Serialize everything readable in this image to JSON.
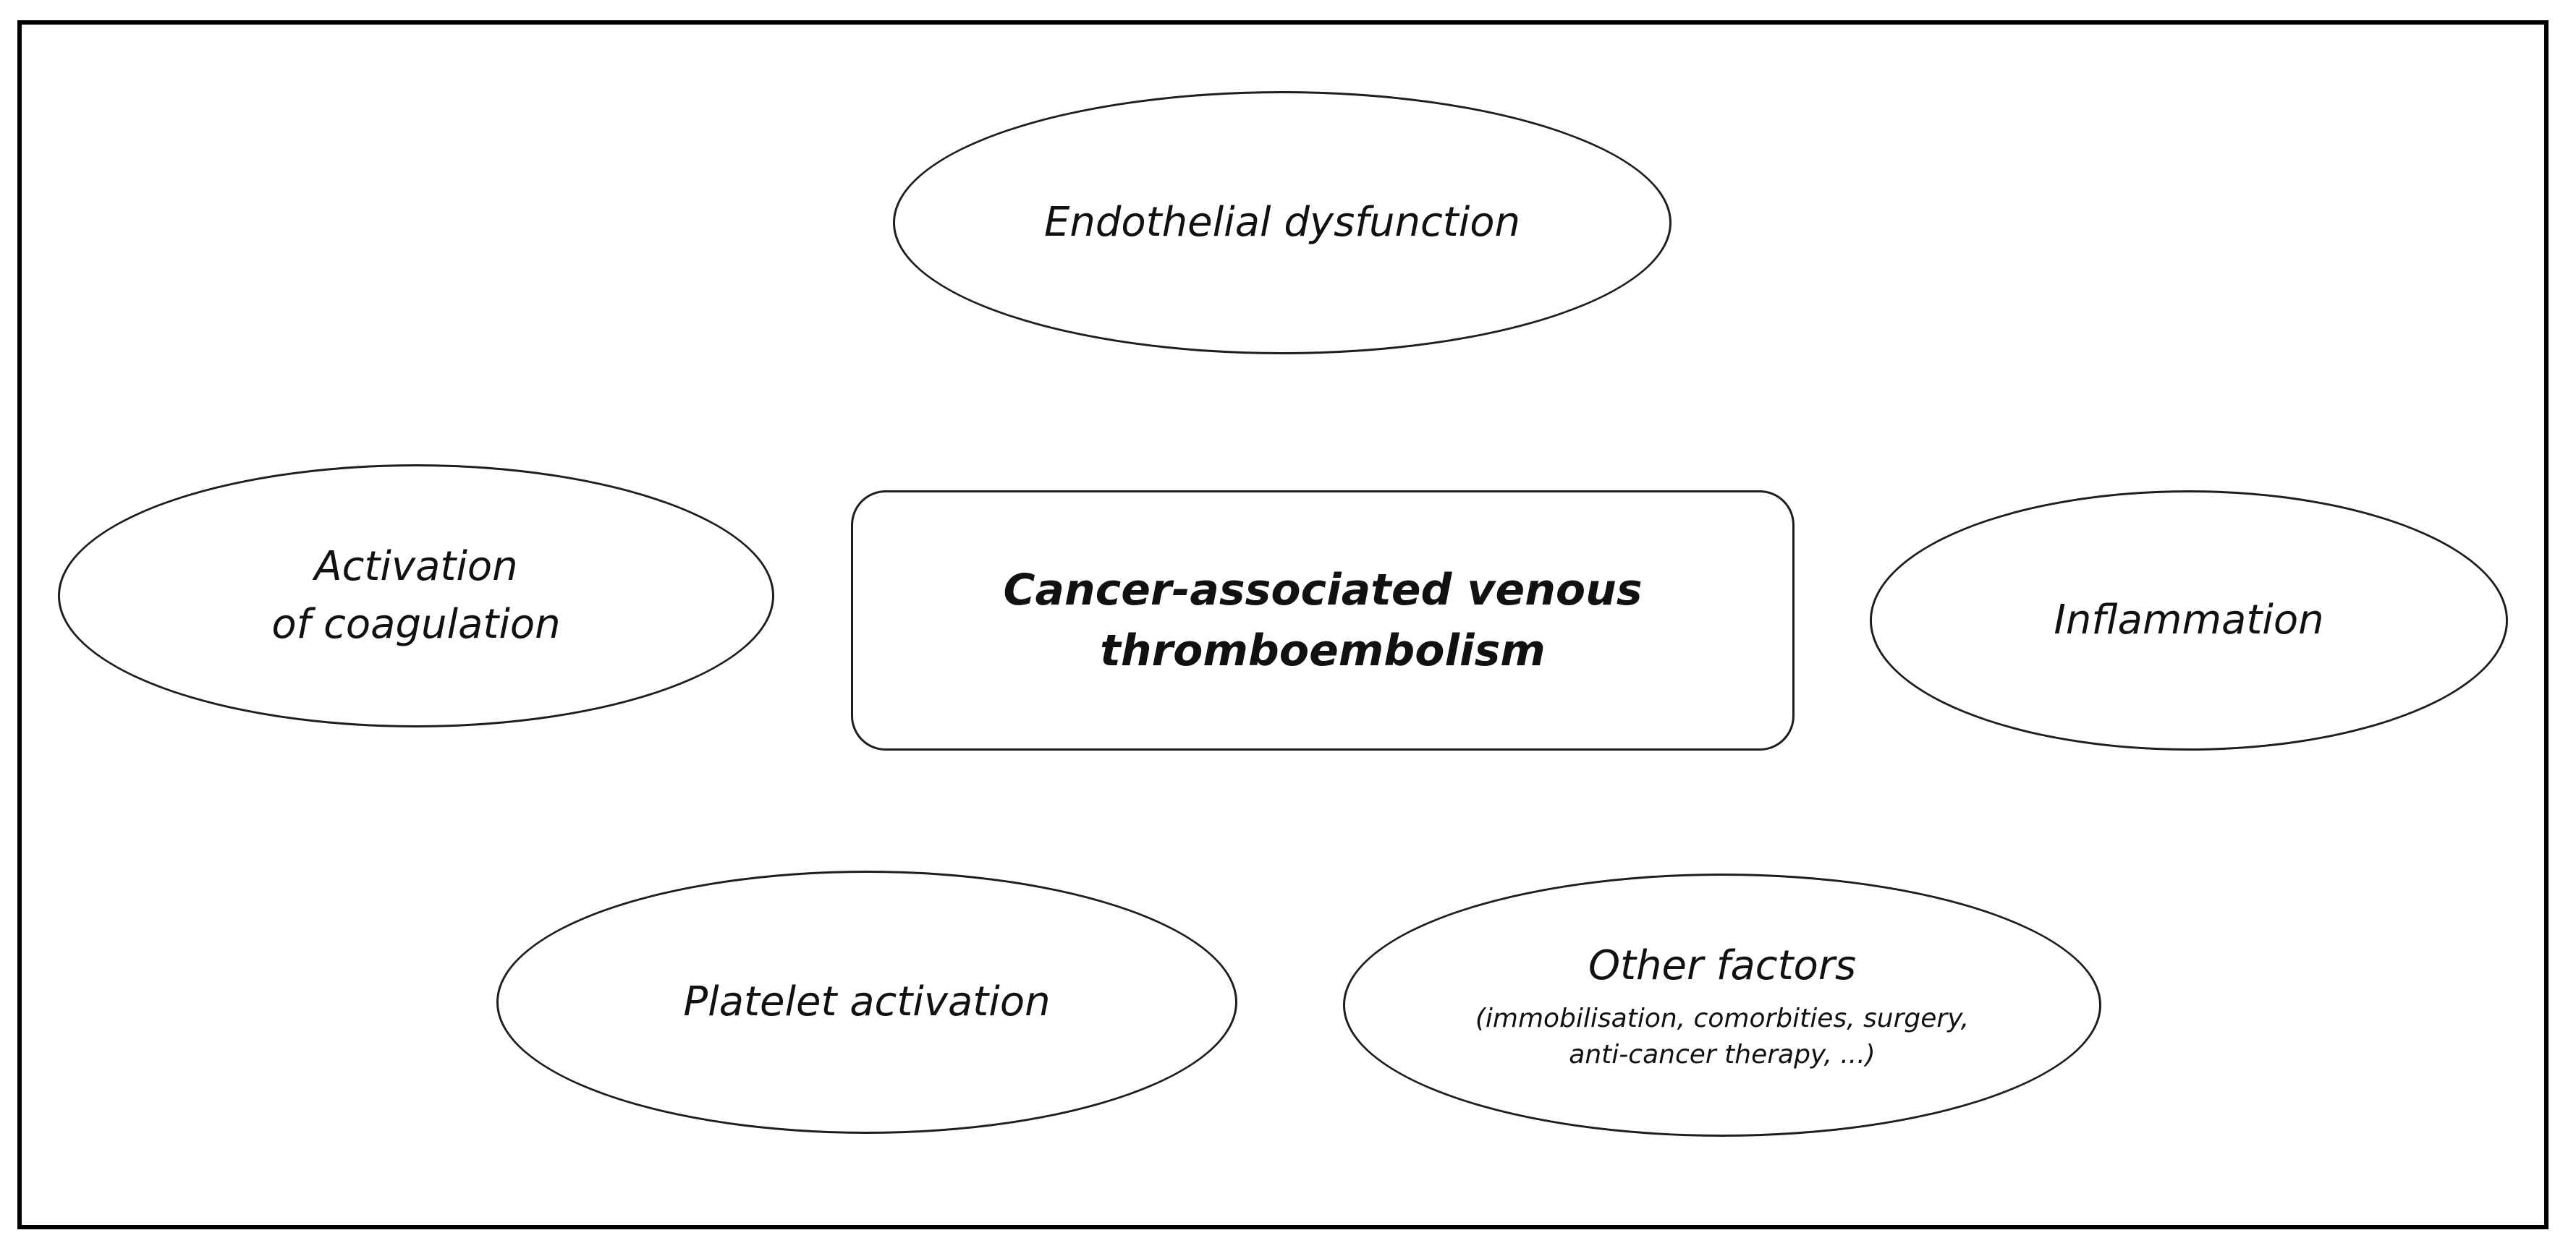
{
  "diagram": {
    "center": {
      "line1": "Cancer-associated venous",
      "line2": "thromboembolism"
    },
    "factors": {
      "endothelial": "Endothelial dysfunction",
      "coagulation": {
        "line1": "Activation",
        "line2": "of coagulation"
      },
      "inflammation": "Inflammation",
      "platelet": "Platelet activation",
      "other": {
        "title": "Other factors",
        "detail_line1": "(immobilisation, comorbities, surgery,",
        "detail_line2": "anti-cancer therapy, ...)"
      }
    }
  }
}
